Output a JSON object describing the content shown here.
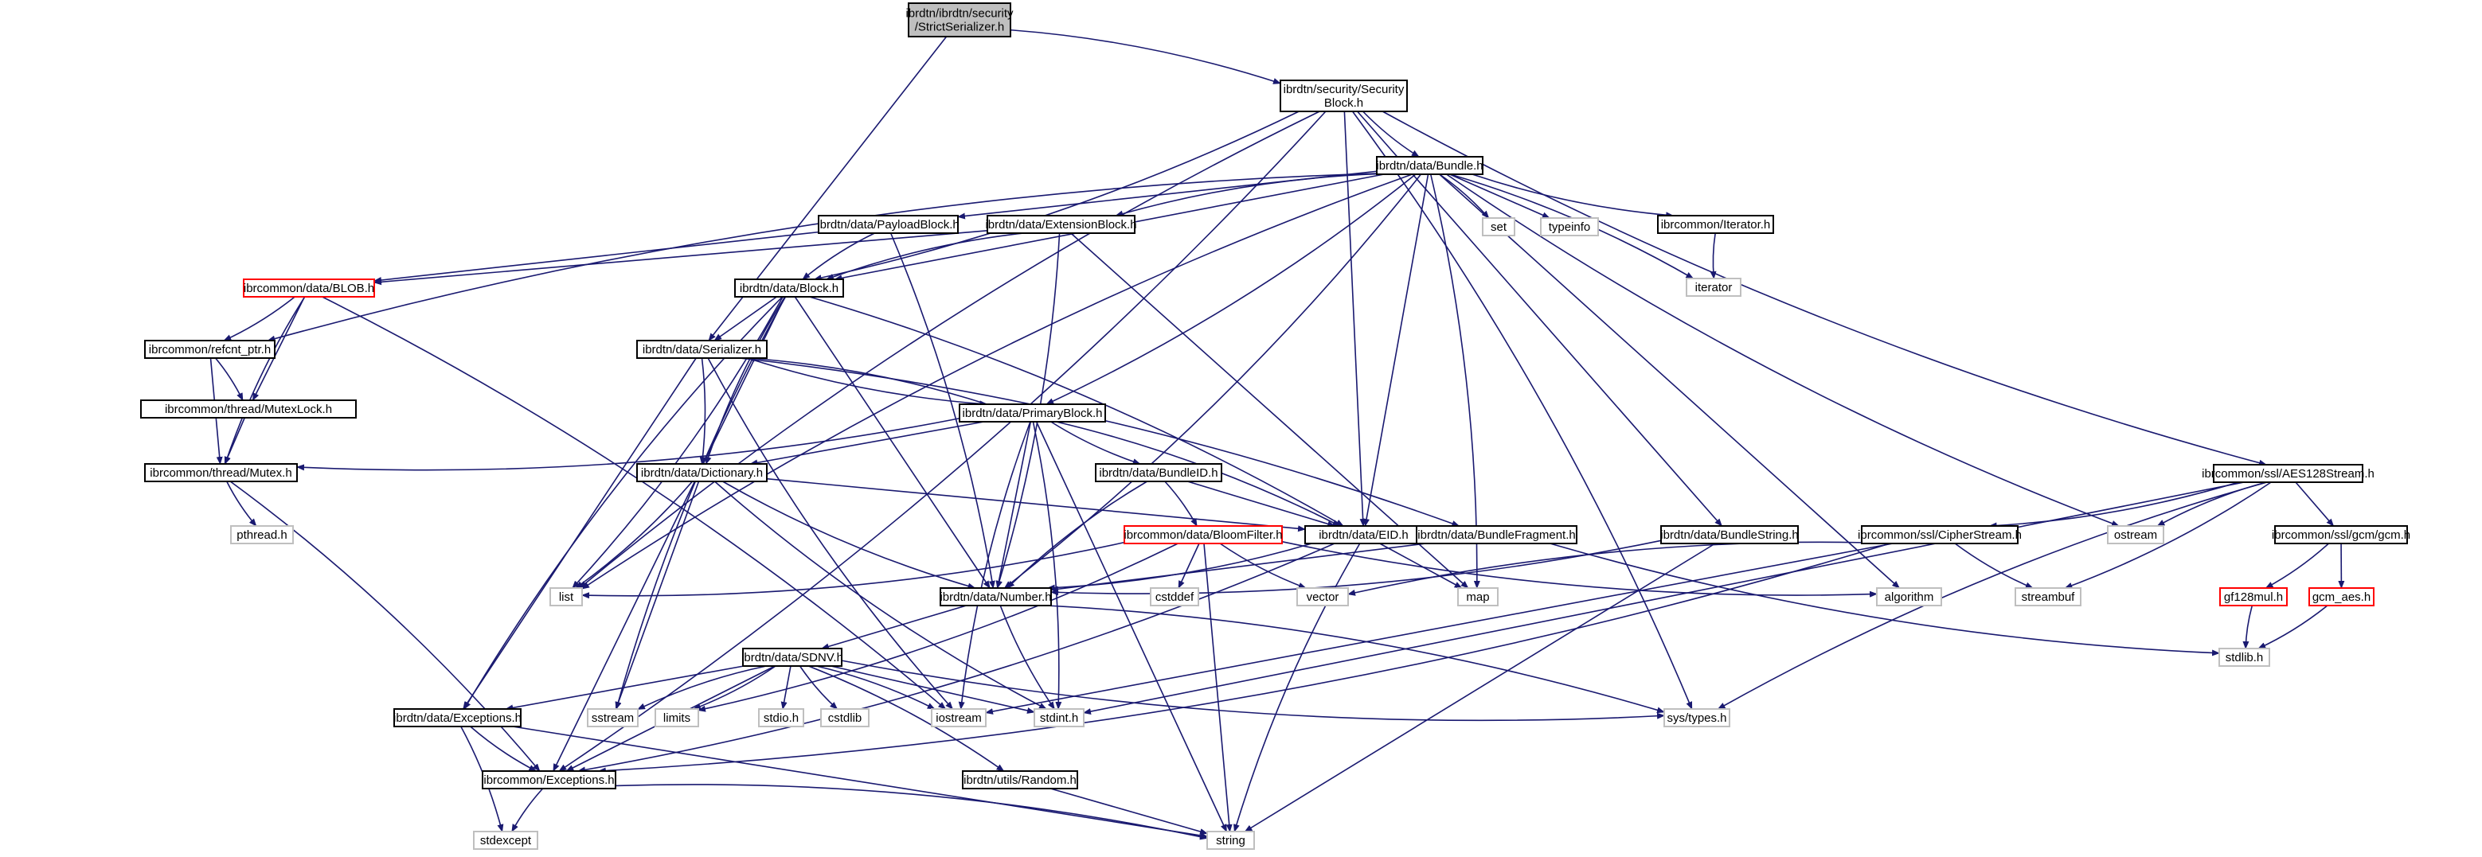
{
  "colors": {
    "edge": "#191970",
    "box_normal": "#000000",
    "box_truncated": "#ff0000",
    "box_system": "#bfbfbf",
    "root_fill": "#bfbfbf",
    "text": "#000000"
  },
  "nodes": [
    {
      "id": "root",
      "lines": [
        "ibrdtn/ibrdtn/security",
        "/StrictSerializer.h"
      ],
      "kind": "root"
    },
    {
      "id": "secblock",
      "lines": [
        "ibrdtn/security/Security",
        "Block.h"
      ],
      "kind": "normal"
    },
    {
      "id": "bundle",
      "lines": [
        "ibrdtn/data/Bundle.h"
      ],
      "kind": "normal"
    },
    {
      "id": "payloadblock",
      "lines": [
        "ibrdtn/data/PayloadBlock.h"
      ],
      "kind": "normal"
    },
    {
      "id": "extblock",
      "lines": [
        "ibrdtn/data/ExtensionBlock.h"
      ],
      "kind": "normal"
    },
    {
      "id": "set",
      "lines": [
        "set"
      ],
      "kind": "system"
    },
    {
      "id": "typeinfo",
      "lines": [
        "typeinfo"
      ],
      "kind": "system"
    },
    {
      "id": "iteratorh",
      "lines": [
        "ibrcommon/Iterator.h"
      ],
      "kind": "normal"
    },
    {
      "id": "iterator",
      "lines": [
        "iterator"
      ],
      "kind": "system"
    },
    {
      "id": "blob",
      "lines": [
        "ibrcommon/data/BLOB.h"
      ],
      "kind": "truncated"
    },
    {
      "id": "block",
      "lines": [
        "ibrdtn/data/Block.h"
      ],
      "kind": "normal"
    },
    {
      "id": "refcnt",
      "lines": [
        "ibrcommon/refcnt_ptr.h"
      ],
      "kind": "normal"
    },
    {
      "id": "serializer",
      "lines": [
        "ibrdtn/data/Serializer.h"
      ],
      "kind": "normal"
    },
    {
      "id": "mutexlock",
      "lines": [
        "ibrcommon/thread/MutexLock.h"
      ],
      "kind": "normal"
    },
    {
      "id": "primaryblock",
      "lines": [
        "ibrdtn/data/PrimaryBlock.h"
      ],
      "kind": "normal"
    },
    {
      "id": "mutex",
      "lines": [
        "ibrcommon/thread/Mutex.h"
      ],
      "kind": "normal"
    },
    {
      "id": "dictionary",
      "lines": [
        "ibrdtn/data/Dictionary.h"
      ],
      "kind": "normal"
    },
    {
      "id": "bundleid",
      "lines": [
        "ibrdtn/data/BundleID.h"
      ],
      "kind": "normal"
    },
    {
      "id": "pthread",
      "lines": [
        "pthread.h"
      ],
      "kind": "system"
    },
    {
      "id": "bloomfilter",
      "lines": [
        "ibrcommon/data/BloomFilter.h"
      ],
      "kind": "truncated"
    },
    {
      "id": "eid",
      "lines": [
        "ibrdtn/data/EID.h"
      ],
      "kind": "normal"
    },
    {
      "id": "bundlefragment",
      "lines": [
        "ibrdtn/data/BundleFragment.h"
      ],
      "kind": "normal"
    },
    {
      "id": "bundlestring",
      "lines": [
        "ibrdtn/data/BundleString.h"
      ],
      "kind": "normal"
    },
    {
      "id": "cipherstream",
      "lines": [
        "ibrcommon/ssl/CipherStream.h"
      ],
      "kind": "normal"
    },
    {
      "id": "aes128",
      "lines": [
        "ibrcommon/ssl/AES128Stream.h"
      ],
      "kind": "normal"
    },
    {
      "id": "ostream",
      "lines": [
        "ostream"
      ],
      "kind": "system"
    },
    {
      "id": "gcmh",
      "lines": [
        "ibrcommon/ssl/gcm/gcm.h"
      ],
      "kind": "normal"
    },
    {
      "id": "list",
      "lines": [
        "list"
      ],
      "kind": "system"
    },
    {
      "id": "cstddef",
      "lines": [
        "cstddef"
      ],
      "kind": "system"
    },
    {
      "id": "vector",
      "lines": [
        "vector"
      ],
      "kind": "system"
    },
    {
      "id": "map",
      "lines": [
        "map"
      ],
      "kind": "system"
    },
    {
      "id": "algorithm",
      "lines": [
        "algorithm"
      ],
      "kind": "system"
    },
    {
      "id": "streambuf",
      "lines": [
        "streambuf"
      ],
      "kind": "system"
    },
    {
      "id": "gf128",
      "lines": [
        "gf128mul.h"
      ],
      "kind": "truncated"
    },
    {
      "id": "gcmaes",
      "lines": [
        "gcm_aes.h"
      ],
      "kind": "truncated"
    },
    {
      "id": "number",
      "lines": [
        "ibrdtn/data/Number.h"
      ],
      "kind": "normal"
    },
    {
      "id": "stdlib",
      "lines": [
        "stdlib.h"
      ],
      "kind": "system"
    },
    {
      "id": "sdnv",
      "lines": [
        "ibrdtn/data/SDNV.h"
      ],
      "kind": "normal"
    },
    {
      "id": "dataexc",
      "lines": [
        "ibrdtn/data/Exceptions.h"
      ],
      "kind": "normal"
    },
    {
      "id": "sstream",
      "lines": [
        "sstream"
      ],
      "kind": "system"
    },
    {
      "id": "limits",
      "lines": [
        "limits"
      ],
      "kind": "system"
    },
    {
      "id": "stdio",
      "lines": [
        "stdio.h"
      ],
      "kind": "system"
    },
    {
      "id": "cstdlib",
      "lines": [
        "cstdlib"
      ],
      "kind": "system"
    },
    {
      "id": "iostream",
      "lines": [
        "iostream"
      ],
      "kind": "system"
    },
    {
      "id": "stdint",
      "lines": [
        "stdint.h"
      ],
      "kind": "system"
    },
    {
      "id": "systypes",
      "lines": [
        "sys/types.h"
      ],
      "kind": "system"
    },
    {
      "id": "commonexc",
      "lines": [
        "ibrcommon/Exceptions.h"
      ],
      "kind": "normal"
    },
    {
      "id": "random",
      "lines": [
        "ibrdtn/utils/Random.h"
      ],
      "kind": "normal"
    },
    {
      "id": "stdexcept",
      "lines": [
        "stdexcept"
      ],
      "kind": "system"
    },
    {
      "id": "string",
      "lines": [
        "string"
      ],
      "kind": "system"
    }
  ],
  "edges": [
    [
      "root",
      "secblock"
    ],
    [
      "root",
      "serializer"
    ],
    [
      "secblock",
      "bundle"
    ],
    [
      "secblock",
      "block"
    ],
    [
      "secblock",
      "eid"
    ],
    [
      "secblock",
      "list"
    ],
    [
      "secblock",
      "commonexc"
    ],
    [
      "secblock",
      "bundlestring"
    ],
    [
      "secblock",
      "aes128"
    ],
    [
      "secblock",
      "systypes"
    ],
    [
      "bundle",
      "payloadblock"
    ],
    [
      "bundle",
      "extblock"
    ],
    [
      "bundle",
      "set"
    ],
    [
      "bundle",
      "typeinfo"
    ],
    [
      "bundle",
      "iteratorh"
    ],
    [
      "bundle",
      "iterator"
    ],
    [
      "bundle",
      "block"
    ],
    [
      "bundle",
      "refcnt"
    ],
    [
      "bundle",
      "primaryblock"
    ],
    [
      "bundle",
      "eid"
    ],
    [
      "bundle",
      "list"
    ],
    [
      "bundle",
      "map"
    ],
    [
      "bundle",
      "algorithm"
    ],
    [
      "bundle",
      "ostream"
    ],
    [
      "bundle",
      "number"
    ],
    [
      "payloadblock",
      "blob"
    ],
    [
      "payloadblock",
      "block"
    ],
    [
      "payloadblock",
      "number"
    ],
    [
      "extblock",
      "blob"
    ],
    [
      "extblock",
      "block"
    ],
    [
      "extblock",
      "number"
    ],
    [
      "extblock",
      "map"
    ],
    [
      "iteratorh",
      "iterator"
    ],
    [
      "blob",
      "refcnt"
    ],
    [
      "blob",
      "mutexlock"
    ],
    [
      "blob",
      "mutex"
    ],
    [
      "blob",
      "iostream"
    ],
    [
      "block",
      "serializer"
    ],
    [
      "block",
      "dictionary"
    ],
    [
      "block",
      "eid"
    ],
    [
      "block",
      "number"
    ],
    [
      "block",
      "dataexc"
    ],
    [
      "block",
      "list"
    ],
    [
      "block",
      "commonexc"
    ],
    [
      "block",
      "sstream"
    ],
    [
      "refcnt",
      "mutexlock"
    ],
    [
      "refcnt",
      "mutex"
    ],
    [
      "serializer",
      "primaryblock"
    ],
    [
      "serializer",
      "dictionary"
    ],
    [
      "serializer",
      "dataexc"
    ],
    [
      "serializer",
      "iostream"
    ],
    [
      "serializer",
      "bundlefragment"
    ],
    [
      "mutexlock",
      "mutex"
    ],
    [
      "primaryblock",
      "serializer"
    ],
    [
      "primaryblock",
      "mutex"
    ],
    [
      "primaryblock",
      "dictionary"
    ],
    [
      "primaryblock",
      "bundleid"
    ],
    [
      "primaryblock",
      "eid"
    ],
    [
      "primaryblock",
      "number"
    ],
    [
      "primaryblock",
      "iostream"
    ],
    [
      "primaryblock",
      "stdint"
    ],
    [
      "primaryblock",
      "string"
    ],
    [
      "mutex",
      "pthread"
    ],
    [
      "mutex",
      "commonexc"
    ],
    [
      "dictionary",
      "eid"
    ],
    [
      "dictionary",
      "number"
    ],
    [
      "dictionary",
      "list"
    ],
    [
      "dictionary",
      "sstream"
    ],
    [
      "dictionary",
      "stdint"
    ],
    [
      "bundleid",
      "bloomfilter"
    ],
    [
      "bundleid",
      "eid"
    ],
    [
      "bundleid",
      "number"
    ],
    [
      "bloomfilter",
      "list"
    ],
    [
      "bloomfilter",
      "cstddef"
    ],
    [
      "bloomfilter",
      "vector"
    ],
    [
      "bloomfilter",
      "limits"
    ],
    [
      "bloomfilter",
      "string"
    ],
    [
      "bloomfilter",
      "algorithm"
    ],
    [
      "eid",
      "number"
    ],
    [
      "eid",
      "map"
    ],
    [
      "eid",
      "string"
    ],
    [
      "eid",
      "commonexc"
    ],
    [
      "bundlefragment",
      "number"
    ],
    [
      "bundlefragment",
      "stdlib"
    ],
    [
      "bundlestring",
      "number"
    ],
    [
      "bundlestring",
      "string"
    ],
    [
      "cipherstream",
      "streambuf"
    ],
    [
      "cipherstream",
      "commonexc"
    ],
    [
      "cipherstream",
      "iostream"
    ],
    [
      "cipherstream",
      "vector"
    ],
    [
      "aes128",
      "cipherstream"
    ],
    [
      "aes128",
      "gcmh"
    ],
    [
      "aes128",
      "ostream"
    ],
    [
      "aes128",
      "streambuf"
    ],
    [
      "aes128",
      "stdint"
    ],
    [
      "aes128",
      "systypes"
    ],
    [
      "gcmh",
      "gf128"
    ],
    [
      "gcmh",
      "gcmaes"
    ],
    [
      "gf128",
      "stdlib"
    ],
    [
      "gcmaes",
      "stdlib"
    ],
    [
      "number",
      "sdnv"
    ],
    [
      "number",
      "stdint"
    ],
    [
      "number",
      "systypes"
    ],
    [
      "sdnv",
      "dataexc"
    ],
    [
      "sdnv",
      "sstream"
    ],
    [
      "sdnv",
      "limits"
    ],
    [
      "sdnv",
      "stdio"
    ],
    [
      "sdnv",
      "cstdlib"
    ],
    [
      "sdnv",
      "iostream"
    ],
    [
      "sdnv",
      "stdint"
    ],
    [
      "sdnv",
      "systypes"
    ],
    [
      "sdnv",
      "random"
    ],
    [
      "sdnv",
      "commonexc"
    ],
    [
      "dataexc",
      "commonexc"
    ],
    [
      "dataexc",
      "stdexcept"
    ],
    [
      "dataexc",
      "string"
    ],
    [
      "commonexc",
      "stdexcept"
    ],
    [
      "commonexc",
      "string"
    ],
    [
      "random",
      "string"
    ]
  ]
}
